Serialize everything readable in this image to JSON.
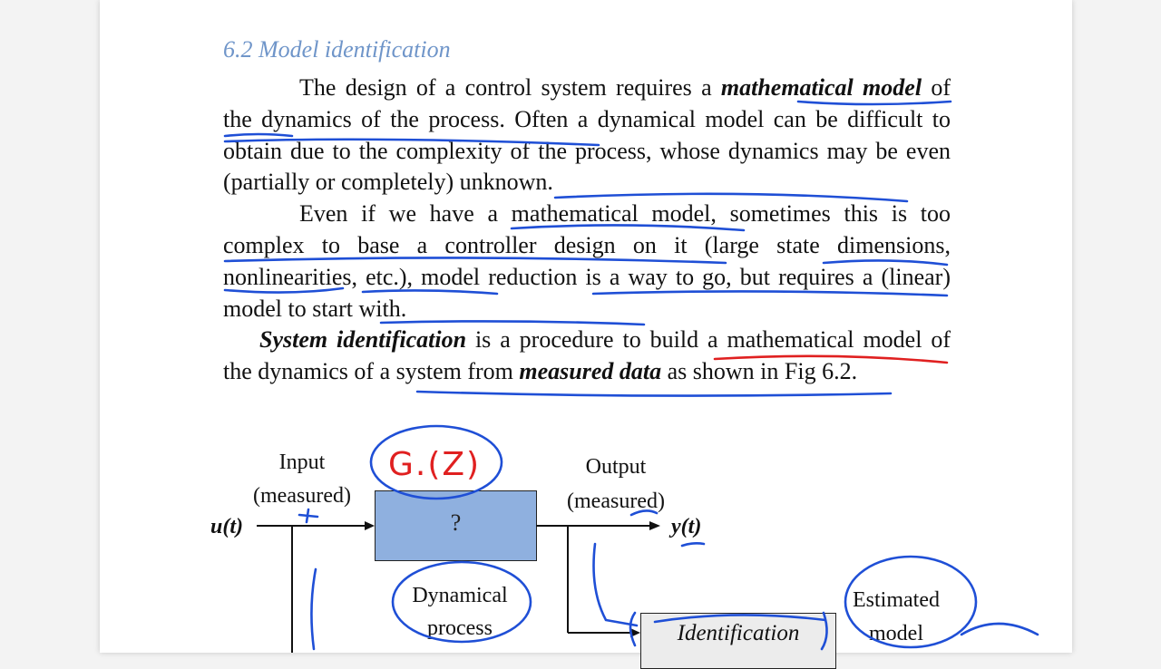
{
  "heading": "6.2 Model identification",
  "p1": {
    "a": "The design of a control system requires a ",
    "b": "mathematical model",
    "c": " of the dynamics of the process. Often a dynamical model can be difficult to obtain due to the complexity of the process, whose dynamics may be even (partially or completely) unknown."
  },
  "p2": "Even if we have a mathematical model, sometimes this is too complex to base a controller design on it (large state dimensions, nonlinearities, etc.), model reduction is a way to go, but requires a (linear) model to start with.",
  "p3": {
    "a": "System identification",
    "b": " is a procedure to build a mathematical model of the dynamics of a system from ",
    "c": "measured data",
    "d": " as shown in Fig 6.2."
  },
  "diagram": {
    "input_label": "Input",
    "input_sub": "(measured)",
    "input_signal": "u(t)",
    "process_symbol": "?",
    "output_label": "Output",
    "output_sub": "(measured)",
    "output_signal": "y(t)",
    "process_name_1": "Dynamical",
    "process_name_2": "process",
    "identification_label": "Identification",
    "estimated_1": "Estimated",
    "estimated_2": "model"
  },
  "annotation": {
    "handwritten_g": "G.(Z)",
    "ink_blue": "#1f4fd6",
    "ink_red": "#e02020"
  }
}
